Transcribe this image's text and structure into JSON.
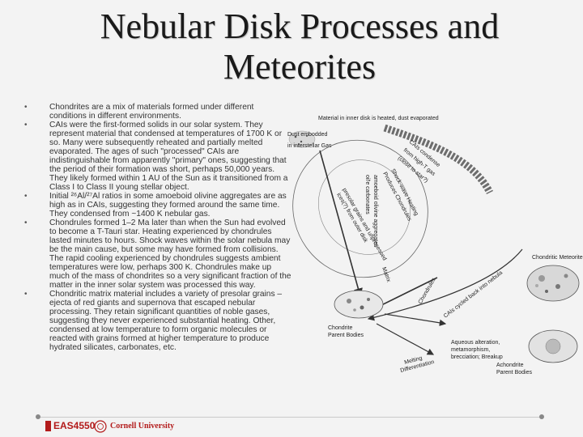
{
  "slide": {
    "title": "Nebular Disk Processes and Meteorites",
    "bullets": [
      "Chondrites are a mix of materials formed under different conditions in different environments.",
      "CAIs were the first-formed solids in our solar system. They represent material that condensed at temperatures of 1700 K or so. Many were subsequently reheated and partially melted evaporated. The ages of such \"processed\" CAIs are indistinguishable from apparently \"primary\" ones, suggesting that the period of their formation was short, perhaps 50,000 years. They likely formed within 1 AU of the Sun as it transitioned from a Class I to Class II young stellar object.",
      "Initial ²⁶Al/²⁷Al ratios in some amoeboid olivine aggregates are as high as in CAIs, suggesting they formed around the same time. They condensed from ~1400 K nebular gas.",
      "Chondrules formed 1–2 Ma later than when the Sun had evolved to become a T-Tauri star. Heating experienced by chondrules lasted minutes to hours. Shock waves within the solar nebula may be the main cause, but some may have formed from collisions. The rapid cooling experienced by chondrules suggests ambient temperatures were low, perhaps 300 K. Chondrules make up much of the mass of chondrites so a very significant fraction of the matter in the inner solar system was processed this way.",
      "Chondritic matrix material includes a variety of presolar grains – ejecta of red giants and supernova that escaped nebular processing. They retain significant quantities of noble gases, suggesting they never experienced substantial heating. Other, condensed at low temperature to form organic molecules or reacted with grains formed at higher temperature to produce hydrated silicates, carbonates, etc."
    ]
  },
  "figure": {
    "header": "Material in inner disk is heated, dust evaporated",
    "dust_label_1": "Dust embodded",
    "dust_label_2": "in interstellar Gas",
    "cais_label_1": "CAIs condense",
    "cais_label_2": "from high-T gas",
    "cais_label_3": "(close to star?)",
    "shock_label_1": "Shock-wave Heating",
    "shock_label_2": "Produces Chondrules",
    "aoa_label_1": "amoeboid olivine aggregates",
    "aoa_label_2": "oil'e carbonates",
    "presolar_label_1": "presolar grains and unprocessed",
    "presolar_label_2": "ices(?) from outer disk",
    "matrix_label": "Matrix",
    "chondrules_label": "Chondrules",
    "cais_back_label": "CAIs cycled back into nebula",
    "chondrite_parent_1": "Chondrite",
    "chondrite_parent_2": "Parent Bodies",
    "chondritic_meteorite": "Chondritic Meteorite",
    "alteration_1": "Aqueous alteration,",
    "alteration_2": "metamorphism,",
    "alteration_3": "brecciation; Breakup",
    "melting_1": "Melting",
    "melting_2": "Differentiation",
    "achondrite_1": "Achondrite",
    "achondrite_2": "Parent Bodies"
  },
  "footer": {
    "course": "EAS4550",
    "university": "Cornell University"
  },
  "colors": {
    "accent": "#b31b1b",
    "background": "#f3f3f3"
  }
}
